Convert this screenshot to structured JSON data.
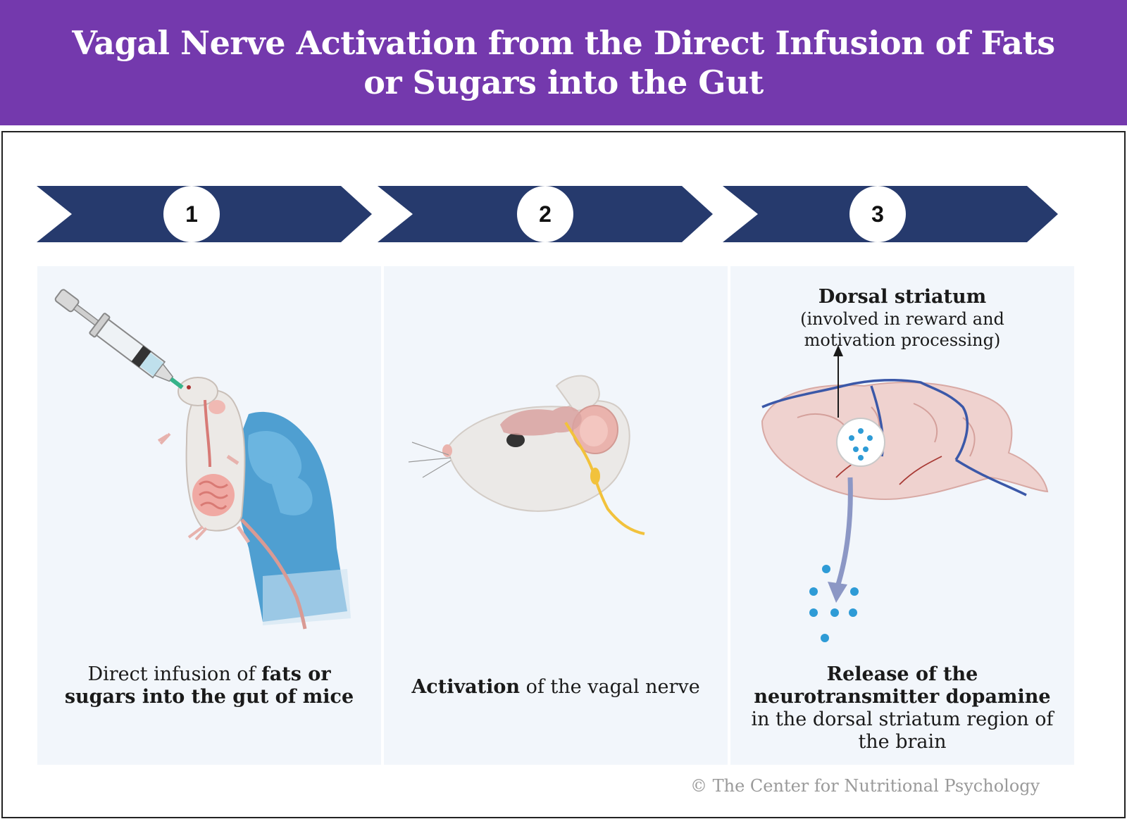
{
  "header": {
    "title": "Vagal Nerve Activation from the Direct Infusion of Fats or Sugars into the Gut"
  },
  "colors": {
    "header_bg": "#7439ad",
    "chevron": "#263a6d",
    "panel_bg": "#f2f6fb",
    "dopamine": "#2e9bd6"
  },
  "steps": [
    {
      "number": "1"
    },
    {
      "number": "2"
    },
    {
      "number": "3"
    }
  ],
  "panels": {
    "p1": {
      "caption_pre": "Direct infusion of ",
      "caption_bold": "fats or sugars into the gut of mice",
      "icons": [
        "syringe-icon",
        "mouse-icon",
        "gloved-hand-icon"
      ]
    },
    "p2": {
      "caption_bold": "Activation",
      "caption_post": " of the vagal nerve",
      "icons": [
        "mouse-head-icon",
        "vagal-nerve-icon"
      ]
    },
    "p3": {
      "label_title": "Dorsal striatum",
      "label_sub_1": "(involved in reward and",
      "label_sub_2": "motivation processing)",
      "caption_bold_1": "Release of the neurotransmitter dopamine",
      "caption_post": " in the dorsal striatum region of the brain",
      "icons": [
        "brain-icon",
        "dopamine-molecule-icon",
        "arrow-icon"
      ]
    }
  },
  "footer": {
    "copyright": "© The Center for Nutritional Psychology"
  }
}
